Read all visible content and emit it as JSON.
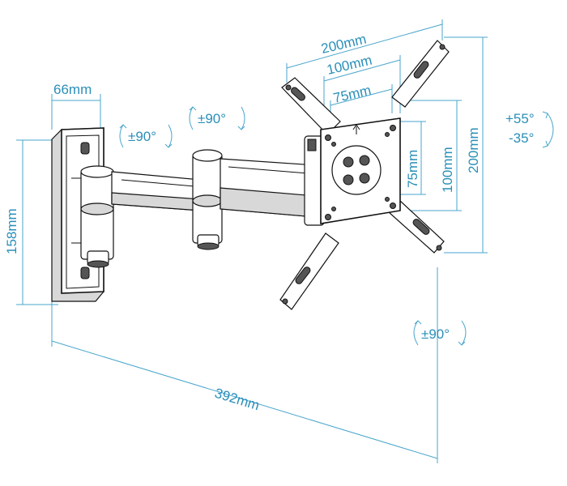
{
  "labels": {
    "wall_plate_width": "66mm",
    "wall_plate_height": "158mm",
    "swivel_wall": "±90°",
    "swivel_mid": "±90°",
    "vesa_200_top": "200mm",
    "vesa_100_top": "100mm",
    "vesa_75_top": "75mm",
    "vesa_75_side": "75mm",
    "vesa_100_side": "100mm",
    "vesa_200_side": "200mm",
    "tilt_up": "+55°",
    "tilt_down": "-35°",
    "rotation": "±90°",
    "extension": "392mm"
  },
  "colors": {
    "dimension": "#2a8fb8",
    "line": "#111111"
  }
}
